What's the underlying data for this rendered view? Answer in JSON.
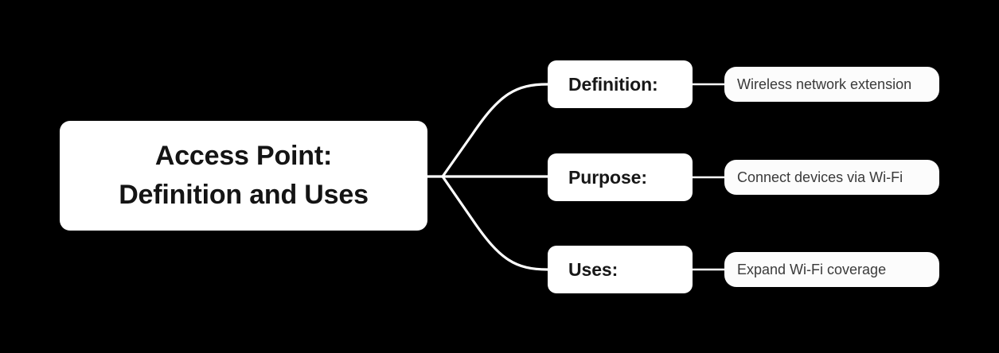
{
  "diagram": {
    "type": "mind-map",
    "background_color": "#000000",
    "node_color": "#ffffff",
    "connector_color": "#ffffff",
    "root": {
      "title": "Access Point:\nDefinition and Uses"
    },
    "branches": [
      {
        "label": "Definition:",
        "leaf": "Wireless network extension"
      },
      {
        "label": "Purpose:",
        "leaf": "Connect devices via Wi-Fi"
      },
      {
        "label": "Uses:",
        "leaf": "Expand Wi-Fi coverage"
      }
    ]
  }
}
